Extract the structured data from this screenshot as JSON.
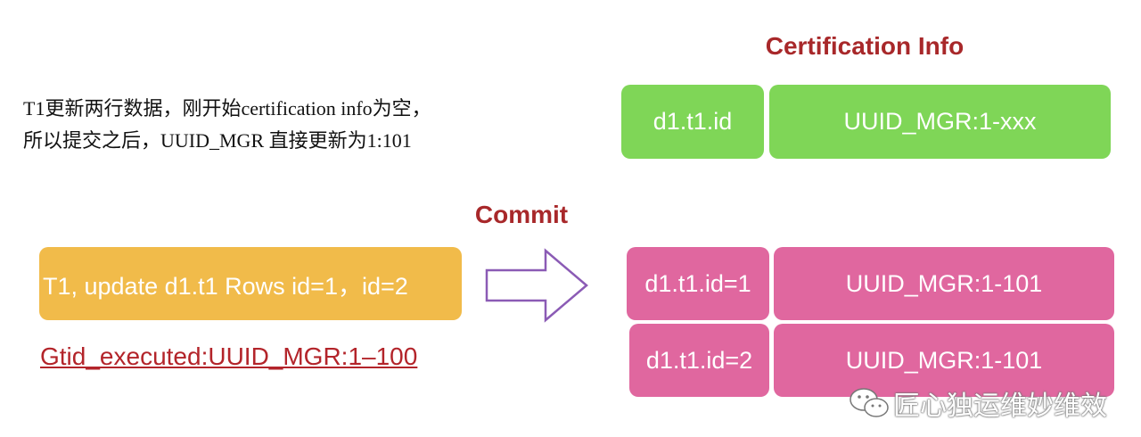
{
  "description": {
    "line1": "T1更新两行数据，刚开始certification info为空，",
    "line2": "所以提交之后，UUID_MGR 直接更新为1:101"
  },
  "certification": {
    "title": "Certification Info",
    "key": "d1.t1.id",
    "value": "UUID_MGR:1-xxx"
  },
  "commit_label": "Commit",
  "transaction": {
    "text": "T1, update d1.t1 Rows id=1，id=2",
    "gtid_executed": "Gtid_executed:UUID_MGR:1–100"
  },
  "result_rows": [
    {
      "key": "d1.t1.id=1",
      "value": "UUID_MGR:1-101"
    },
    {
      "key": "d1.t1.id=2",
      "value": "UUID_MGR:1-101"
    }
  ],
  "watermark": {
    "text": "匠心独运维妙维效",
    "icon": "wechat-icon"
  },
  "colors": {
    "green": "#7fd657",
    "pink": "#e0679f",
    "orange": "#f1bb4a",
    "accent_red": "#a8282a",
    "arrow": "#8b5bb5"
  }
}
